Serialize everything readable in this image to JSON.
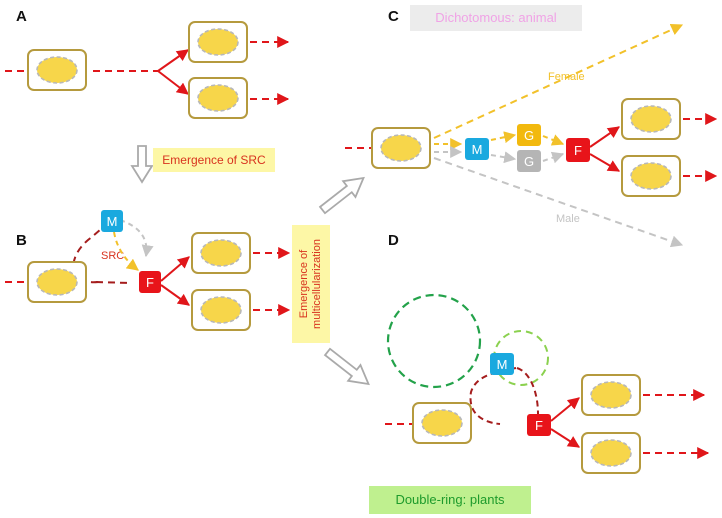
{
  "panels": {
    "a": "A",
    "b": "B",
    "c": "C",
    "d": "D"
  },
  "banners": {
    "src": "Emergence of SRC",
    "multicellularization": "Emergence of multicellularization",
    "dichotomous": "Dichotomous: animal",
    "double_ring": "Double-ring: plants"
  },
  "nodes": {
    "m": "M",
    "f": "F",
    "g": "G"
  },
  "labels": {
    "src": "SRC",
    "female": "Female",
    "male": "Male"
  },
  "colors": {
    "cell_border": "#b59a3e",
    "nucleus": "#f7d64a",
    "arrow_red": "#e0161a",
    "m_node": "#1aa9df",
    "f_node": "#e8141a",
    "g_node_female": "#f2b90e",
    "g_node_male": "#b5b5b5",
    "female_line": "#f2c12a",
    "male_line": "#c4c4c4",
    "ring_dark_green": "#23a24a",
    "ring_light_green": "#8bd14f",
    "src_ring": "#a51d1d"
  }
}
